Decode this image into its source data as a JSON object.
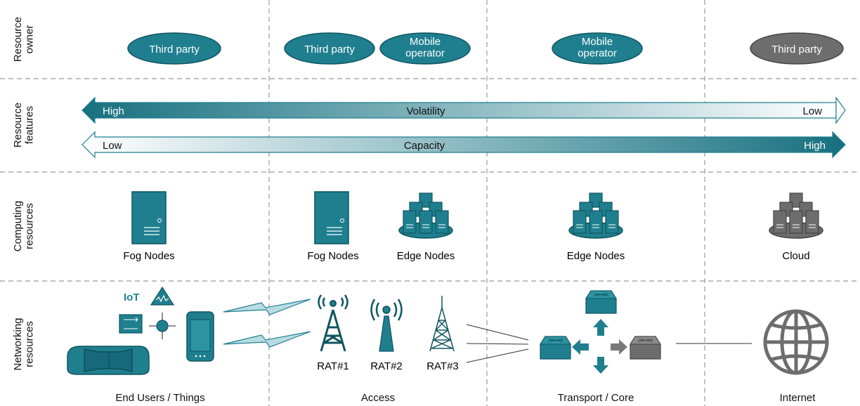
{
  "rows": {
    "resource_owner": "Resource owner",
    "resource_features": "Resource features",
    "computing_resources": "Computing resources",
    "networking_resources": "Networking resources"
  },
  "owners": {
    "end_users": "Third party",
    "access_third": "Third party",
    "access_mobile": "Mobile operator",
    "transport_mobile": "Mobile operator",
    "internet": "Third party"
  },
  "features": {
    "volatility": {
      "label": "Volatility",
      "left": "High",
      "right": "Low"
    },
    "capacity": {
      "label": "Capacity",
      "left": "Low",
      "right": "High"
    }
  },
  "computing": {
    "fog1": "Fog Nodes",
    "fog2": "Fog Nodes",
    "edge1": "Edge Nodes",
    "edge2": "Edge Nodes",
    "cloud": "Cloud"
  },
  "networking": {
    "iot": "IoT",
    "rat1": "RAT#1",
    "rat2": "RAT#2",
    "rat3": "RAT#3"
  },
  "columns": {
    "end_users": "End Users / Things",
    "access": "Access",
    "transport": "Transport / Core",
    "internet": "Internet"
  },
  "colors": {
    "teal": "#1f7f8f",
    "teal_dark": "#0f5560",
    "gray": "#6d6d6d",
    "divider": "#9a9a9a"
  }
}
